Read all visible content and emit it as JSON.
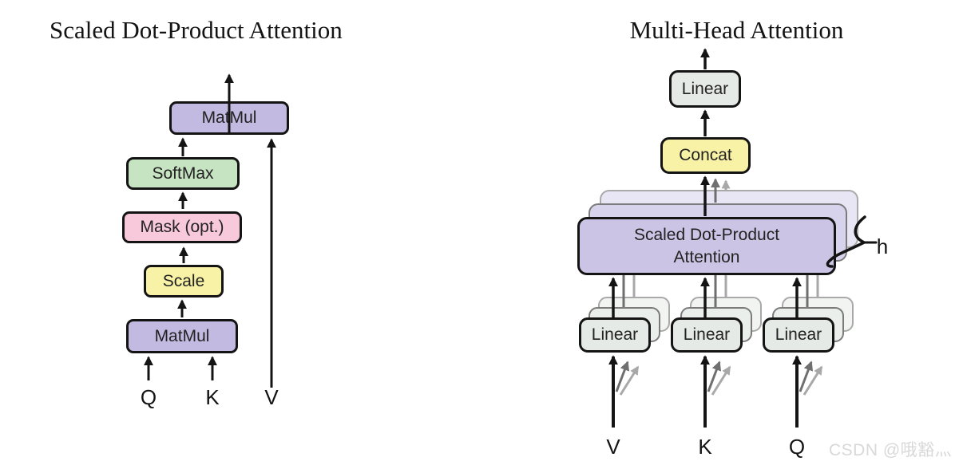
{
  "left": {
    "title": "Scaled Dot-Product Attention",
    "boxes": {
      "matmul_top": "MatMul",
      "softmax": "SoftMax",
      "mask": "Mask (opt.)",
      "scale": "Scale",
      "matmul_bottom": "MatMul"
    },
    "inputs": {
      "q": "Q",
      "k": "K",
      "v": "V"
    }
  },
  "right": {
    "title": "Multi-Head Attention",
    "boxes": {
      "linear_out": "Linear",
      "concat": "Concat",
      "attention_line1": "Scaled Dot-Product",
      "attention_line2": "Attention",
      "linear_v": "Linear",
      "linear_k": "Linear",
      "linear_q": "Linear"
    },
    "head_count_label": "h",
    "inputs": {
      "v": "V",
      "k": "K",
      "q": "Q"
    }
  },
  "watermark": {
    "text": "CSDN @哦豁灬"
  },
  "colors": {
    "ink": "#141414",
    "purple": "#C2BAE0",
    "sdpa_purple": "#CBC4E4",
    "green": "#C6E3C2",
    "pink": "#F7C9DA",
    "yellow": "#F8F2A6",
    "gray_box": "#E5EAE6",
    "ghost_mid_border": "#7b7b7b",
    "ghost_back_border": "#a9a9a9",
    "ghost_mid_purple": "#D8D3EC",
    "ghost_back_purple": "#E8E5F4",
    "ghost_mid_gray": "#EBEFEC",
    "ghost_back_gray": "#F2F4F2",
    "arrow_dark_gray": "#6f6f6f",
    "arrow_light_gray": "#a8a8a8",
    "watermark": "#d8d8d8"
  }
}
